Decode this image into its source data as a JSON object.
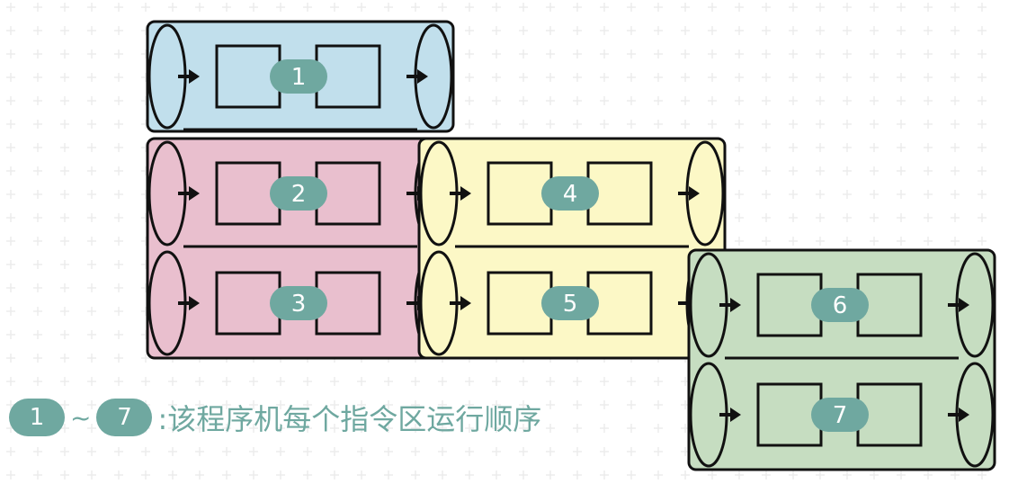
{
  "colors": {
    "blue": "#c1dfec",
    "pink": "#e9bfce",
    "yellow": "#fcf8c6",
    "green": "#c6ddc1",
    "badge": "#6fa8a0",
    "stroke": "#111111",
    "grid": "#ececec"
  },
  "blocks": [
    {
      "color": "blue",
      "pipes": [
        {
          "order": "1"
        }
      ]
    },
    {
      "color": "pink",
      "pipes": [
        {
          "order": "2"
        },
        {
          "order": "3"
        }
      ]
    },
    {
      "color": "yellow",
      "pipes": [
        {
          "order": "4"
        },
        {
          "order": "5"
        }
      ]
    },
    {
      "color": "green",
      "pipes": [
        {
          "order": "6"
        },
        {
          "order": "7"
        }
      ]
    }
  ],
  "legend": {
    "from": "1",
    "separator": "~",
    "to": "7",
    "text": ":该程序机每个指令区运行顺序"
  }
}
